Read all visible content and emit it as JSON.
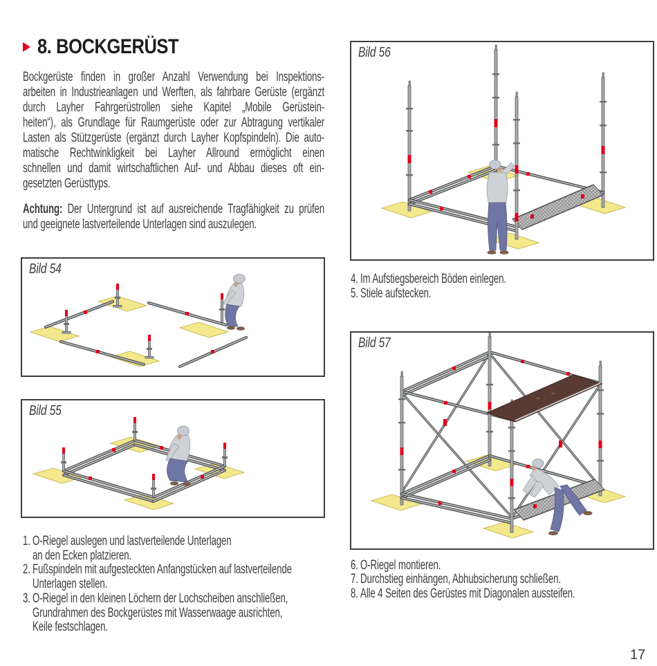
{
  "page": {
    "number": "17"
  },
  "colors": {
    "accent_red": "#e2001a",
    "heading_text": "#1d1d1b",
    "body_text": "#3e3e3d",
    "frame_border": "#3d3d3c",
    "plank_yellow": "#f3e98c",
    "deck_brown": "#5a3b33",
    "worker_pants": "#7076a3"
  },
  "heading": {
    "title": "8. BOCKGERÜST"
  },
  "intro_lines": [
    "Bockgerüste finden in großer Anzahl Verwendung bei Inspektions-",
    "arbeiten in Industrieanlagen und Werften, als fahrbare Gerüste (ergänzt",
    "durch Layher Fahrgerüstrollen siehe Kapitel „Mobile Gerüstein-",
    "heiten“), als Grundlage für Raumgerüste oder zur Abtragung vertikaler",
    "Lasten als Stützgerüste (ergänzt durch Layher Kopfspindeln). Die auto-",
    "matische Rechtwinkligkeit bei Layher Allround ermöglicht einen",
    "schnellen und damit wirtschaftlichen Auf- und Abbau dieses oft ein-",
    "gesetzten Gerüsttyps."
  ],
  "warning": {
    "label": "Achtung:",
    "line1": " Der Untergrund ist auf ausreichende Tragfähigkeit zu prüfen",
    "line2": "und geeignete lastverteilende Unterlagen sind auszulegen."
  },
  "figures": [
    {
      "label": "Bild 54"
    },
    {
      "label": "Bild 55"
    },
    {
      "label": "Bild 56"
    },
    {
      "label": "Bild 57"
    }
  ],
  "steps_left": [
    {
      "num": "1.",
      "lines": [
        "O-Riegel auslegen und lastverteilende Unterlagen",
        "an den Ecken platzieren."
      ]
    },
    {
      "num": "2.",
      "lines": [
        "Fußspindeln mit aufgesteckten Anfangstücken auf lastverteilende",
        "Unterlagen stellen."
      ]
    },
    {
      "num": "3.",
      "lines": [
        "O-Riegel in den kleinen Löchern der Lochscheiben anschließen,",
        "Grundrahmen des Bockgerüstes mit Wasserwaage ausrichten,",
        "Keile festschlagen."
      ]
    }
  ],
  "steps_right_top": [
    {
      "num": "4.",
      "lines": [
        "Im Aufstiegsbereich Böden einlegen."
      ]
    },
    {
      "num": "5.",
      "lines": [
        "Stiele aufstecken."
      ]
    }
  ],
  "steps_right_bottom": [
    {
      "num": "6.",
      "lines": [
        "O-Riegel montieren."
      ]
    },
    {
      "num": "7.",
      "lines": [
        "Durchstieg einhängen, Abhubsicherung schließen."
      ]
    },
    {
      "num": "8.",
      "lines": [
        "Alle 4 Seiten des Gerüstes mit Diagonalen aussteifen."
      ]
    }
  ]
}
